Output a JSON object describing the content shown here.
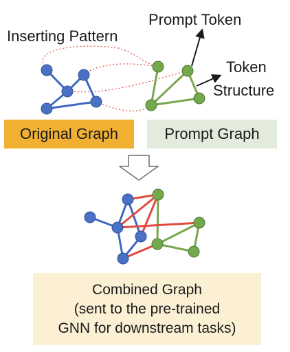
{
  "labels": {
    "inserting_pattern": "Inserting Pattern",
    "prompt_token": "Prompt Token",
    "token": "Token",
    "structure": "Structure"
  },
  "boxes": {
    "original_graph": "Original Graph",
    "prompt_graph": "Prompt Graph",
    "combined_graph": {
      "line1": "Combined Graph",
      "line2": "(sent to the pre-trained",
      "line3": "GNN for downstream tasks)"
    }
  },
  "colors": {
    "original_node": "#4a72c4",
    "original_edge": "#3e67c0",
    "prompt_node": "#73a94c",
    "prompt_edge": "#77a64d",
    "inserting_edge": "#e14a3f",
    "original_box": "#f2b033",
    "prompt_box": "#e3ecdc",
    "combined_box": "#fbf0d4"
  }
}
